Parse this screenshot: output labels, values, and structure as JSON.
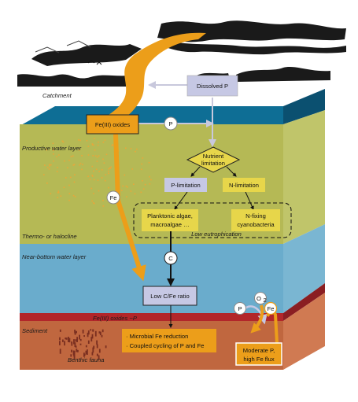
{
  "layers": {
    "catchment": "Catchment",
    "productive": "Productive water layer",
    "thermocline": "Thermo- or halocline",
    "near_bottom": "Near-bottom water layer",
    "sediment": "Sediment",
    "fe_oxides_p": "Fe(III) oxides ~P",
    "benthic": "Benthic fauna"
  },
  "boxes": {
    "dissolved_p": "Dissolved P",
    "fe_oxides": "Fe(III) oxides",
    "nutrient_1": "Nutrient",
    "nutrient_2": "limitation",
    "p_limitation": "P-limitation",
    "n_limitation": "N-limitation",
    "algae_1": "Planktonic algae,",
    "algae_2": "macroalgae …",
    "nfix_1": "N-fixing",
    "nfix_2": "cyanobacteria",
    "low_eutro": "Low eutrophication",
    "low_cfe": "Low C/Fe ratio",
    "microbial_1": "· Microbial Fe reduction",
    "microbial_2": "· Coupled cycling of P and Fe",
    "moderate_1": "Moderate P,",
    "moderate_2": "high Fe flux"
  },
  "circles": {
    "p_top": "P",
    "fe": "Fe",
    "c": "C",
    "p_bottom": "P",
    "o2": "O",
    "o2_sub": "2",
    "fe_bottom": "Fe"
  },
  "colors": {
    "ocean": "#0e6e95",
    "productive": "#b5b955",
    "near_bottom": "#6aaccc",
    "sediment": "#c0673f",
    "red_band": "#b2262a",
    "orange": "#ec9e1a",
    "box_lavender": "#c6c8e4",
    "box_yellow": "#e7d64a"
  }
}
